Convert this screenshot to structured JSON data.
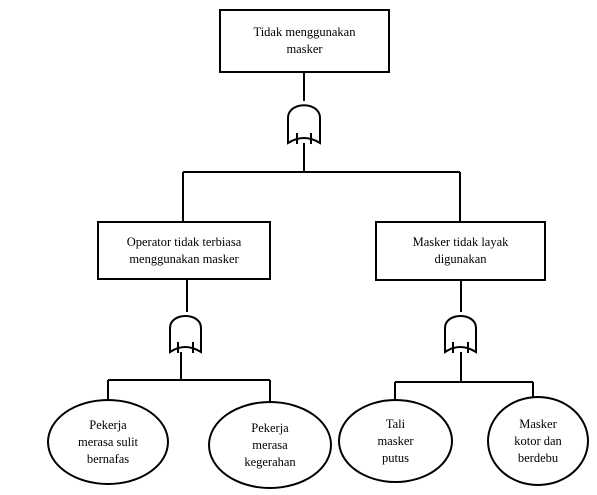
{
  "top_event": {
    "lines": [
      "Tidak menggunakan",
      "masker"
    ]
  },
  "middle_events": [
    {
      "lines": [
        "Operator tidak terbiasa",
        "menggunakan masker"
      ]
    },
    {
      "lines": [
        "Masker tidak layak",
        "digunakan"
      ]
    }
  ],
  "basic_events": [
    {
      "lines": [
        "Pekerja",
        "merasa sulit",
        "bernafas"
      ]
    },
    {
      "lines": [
        "Pekerja",
        "merasa",
        "kegerahan"
      ]
    },
    {
      "lines": [
        "Tali",
        "masker",
        "putus"
      ]
    },
    {
      "lines": [
        "Masker",
        "kotor dan",
        "berdebu"
      ]
    }
  ]
}
